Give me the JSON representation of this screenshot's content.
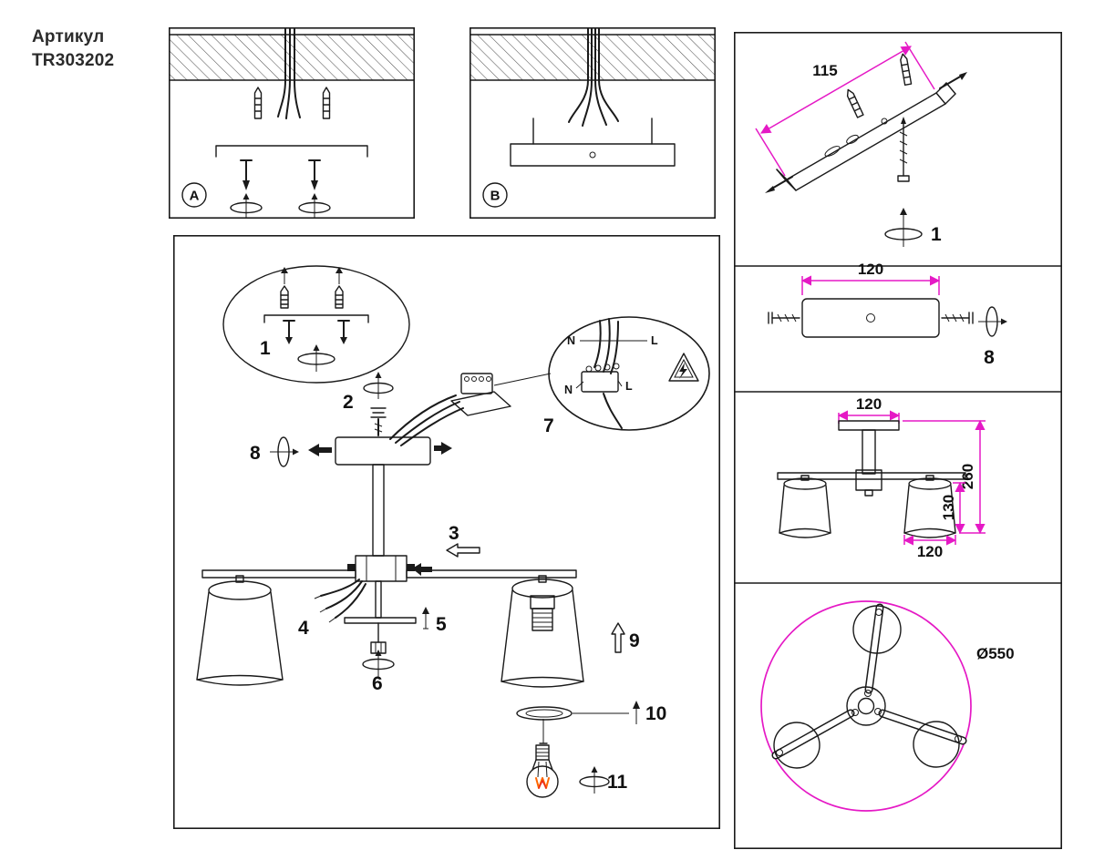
{
  "article": {
    "label": "Артикул",
    "code": "TR303202"
  },
  "panel_a": {
    "label": "A"
  },
  "panel_b": {
    "label": "B"
  },
  "main": {
    "steps": [
      "1",
      "2",
      "3",
      "4",
      "5",
      "6",
      "7",
      "8",
      "9",
      "10",
      "11"
    ],
    "wiring": {
      "n_top": "N",
      "l_top": "L",
      "n_bottom": "N",
      "l_bottom": "L"
    }
  },
  "right": {
    "bracket3d": {
      "dimension": "115",
      "step": "1"
    },
    "bracket_front": {
      "dimension": "120",
      "step": "8"
    },
    "side_view": {
      "dim_canopy_width": "120",
      "dim_total_height": "260",
      "dim_shade_height": "130",
      "dim_shade_width": "120"
    },
    "top_view": {
      "diameter": "Ø550"
    }
  },
  "colors": {
    "dimension_accent": "#e519c5",
    "line": "#1a1a1a",
    "filament": "#ff6600"
  }
}
